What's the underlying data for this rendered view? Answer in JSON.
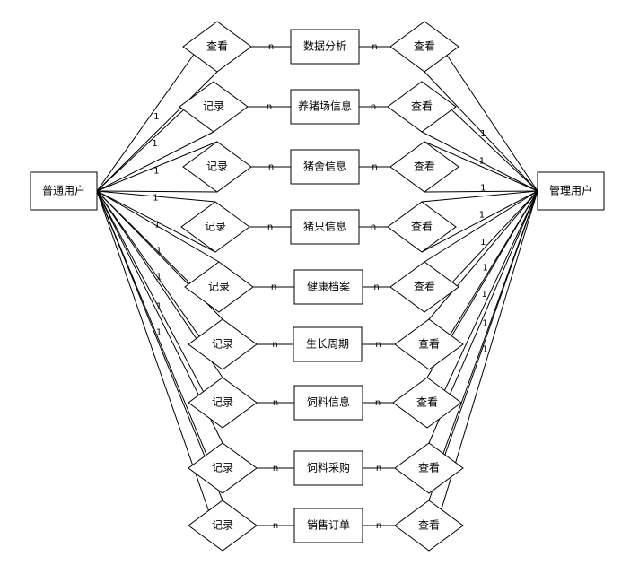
{
  "entities": {
    "left": {
      "label": "普通用户"
    },
    "right": {
      "label": "管理用户"
    }
  },
  "rows": [
    {
      "left_action": "查看",
      "entity": "数据分析",
      "right_action": "查看"
    },
    {
      "left_action": "记录",
      "entity": "养猪场信息",
      "right_action": "查看"
    },
    {
      "left_action": "记录",
      "entity": "猪舍信息",
      "right_action": "查看"
    },
    {
      "left_action": "记录",
      "entity": "猪只信息",
      "right_action": "查看"
    },
    {
      "left_action": "记录",
      "entity": "健康档案",
      "right_action": "查看"
    },
    {
      "left_action": "记录",
      "entity": "生长周期",
      "right_action": "查看"
    },
    {
      "left_action": "记录",
      "entity": "饲料信息",
      "right_action": "查看"
    },
    {
      "left_action": "记录",
      "entity": "饲料采购",
      "right_action": "查看"
    },
    {
      "left_action": "记录",
      "entity": "销售订单",
      "right_action": "查看"
    }
  ],
  "cardinality": {
    "one": "1",
    "many": "n"
  }
}
